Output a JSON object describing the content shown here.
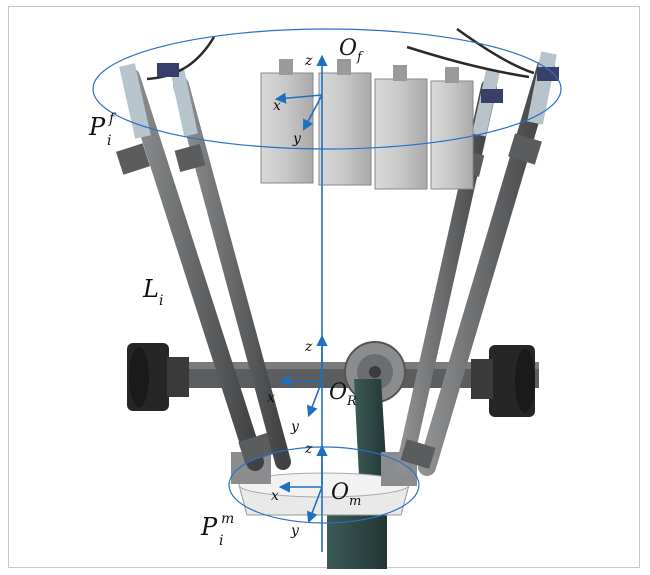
{
  "labels": {
    "top_frame": "O",
    "top_frame_sub": "f",
    "mid_frame": "O",
    "mid_frame_sub": "R",
    "bottom_frame": "O",
    "bottom_frame_sub": "m",
    "top_joint": "P",
    "top_joint_sub": "i",
    "top_joint_sup": "f",
    "bottom_joint": "P",
    "bottom_joint_sub": "i",
    "bottom_joint_sup": "m",
    "leg": "L",
    "leg_sub": "i"
  },
  "axes": {
    "top": {
      "z": "z",
      "x": "x",
      "y": "y"
    },
    "mid": {
      "z": "z",
      "x": "x",
      "y": "y"
    },
    "bottom": {
      "z": "z",
      "x": "x",
      "y": "y"
    }
  },
  "colors": {
    "axis": "#1f6fbf",
    "ellipse": "#2a6fc7",
    "leg": "#6e7072",
    "leg_dark": "#4b4d4f",
    "motor": "#2f4a47",
    "wheel": "#262626"
  }
}
